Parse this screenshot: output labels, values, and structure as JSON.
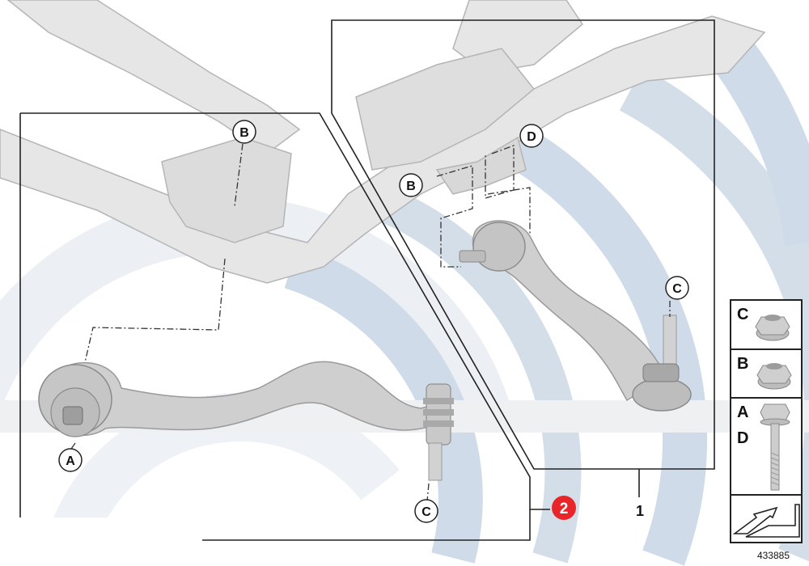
{
  "diagram": {
    "part_numbers": {
      "lower_kit": "1",
      "highlighted": "2"
    },
    "callouts": {
      "upper_B": "B",
      "upper_A": "A",
      "upper_C": "C",
      "right_B": "B",
      "right_D": "D",
      "right_C": "C"
    },
    "legend": {
      "row1": "C",
      "row2": "B",
      "row3_top": "A",
      "row3_bottom": "D"
    },
    "reference_number": "433885",
    "colors": {
      "background_arcs": "#dde4ec",
      "background_arc_light": "#eef1f5",
      "part_fill": "#d7d7d7",
      "part_stroke": "#9a9a9a",
      "frame_line": "#222222",
      "highlight_badge": "#e8262a"
    }
  }
}
